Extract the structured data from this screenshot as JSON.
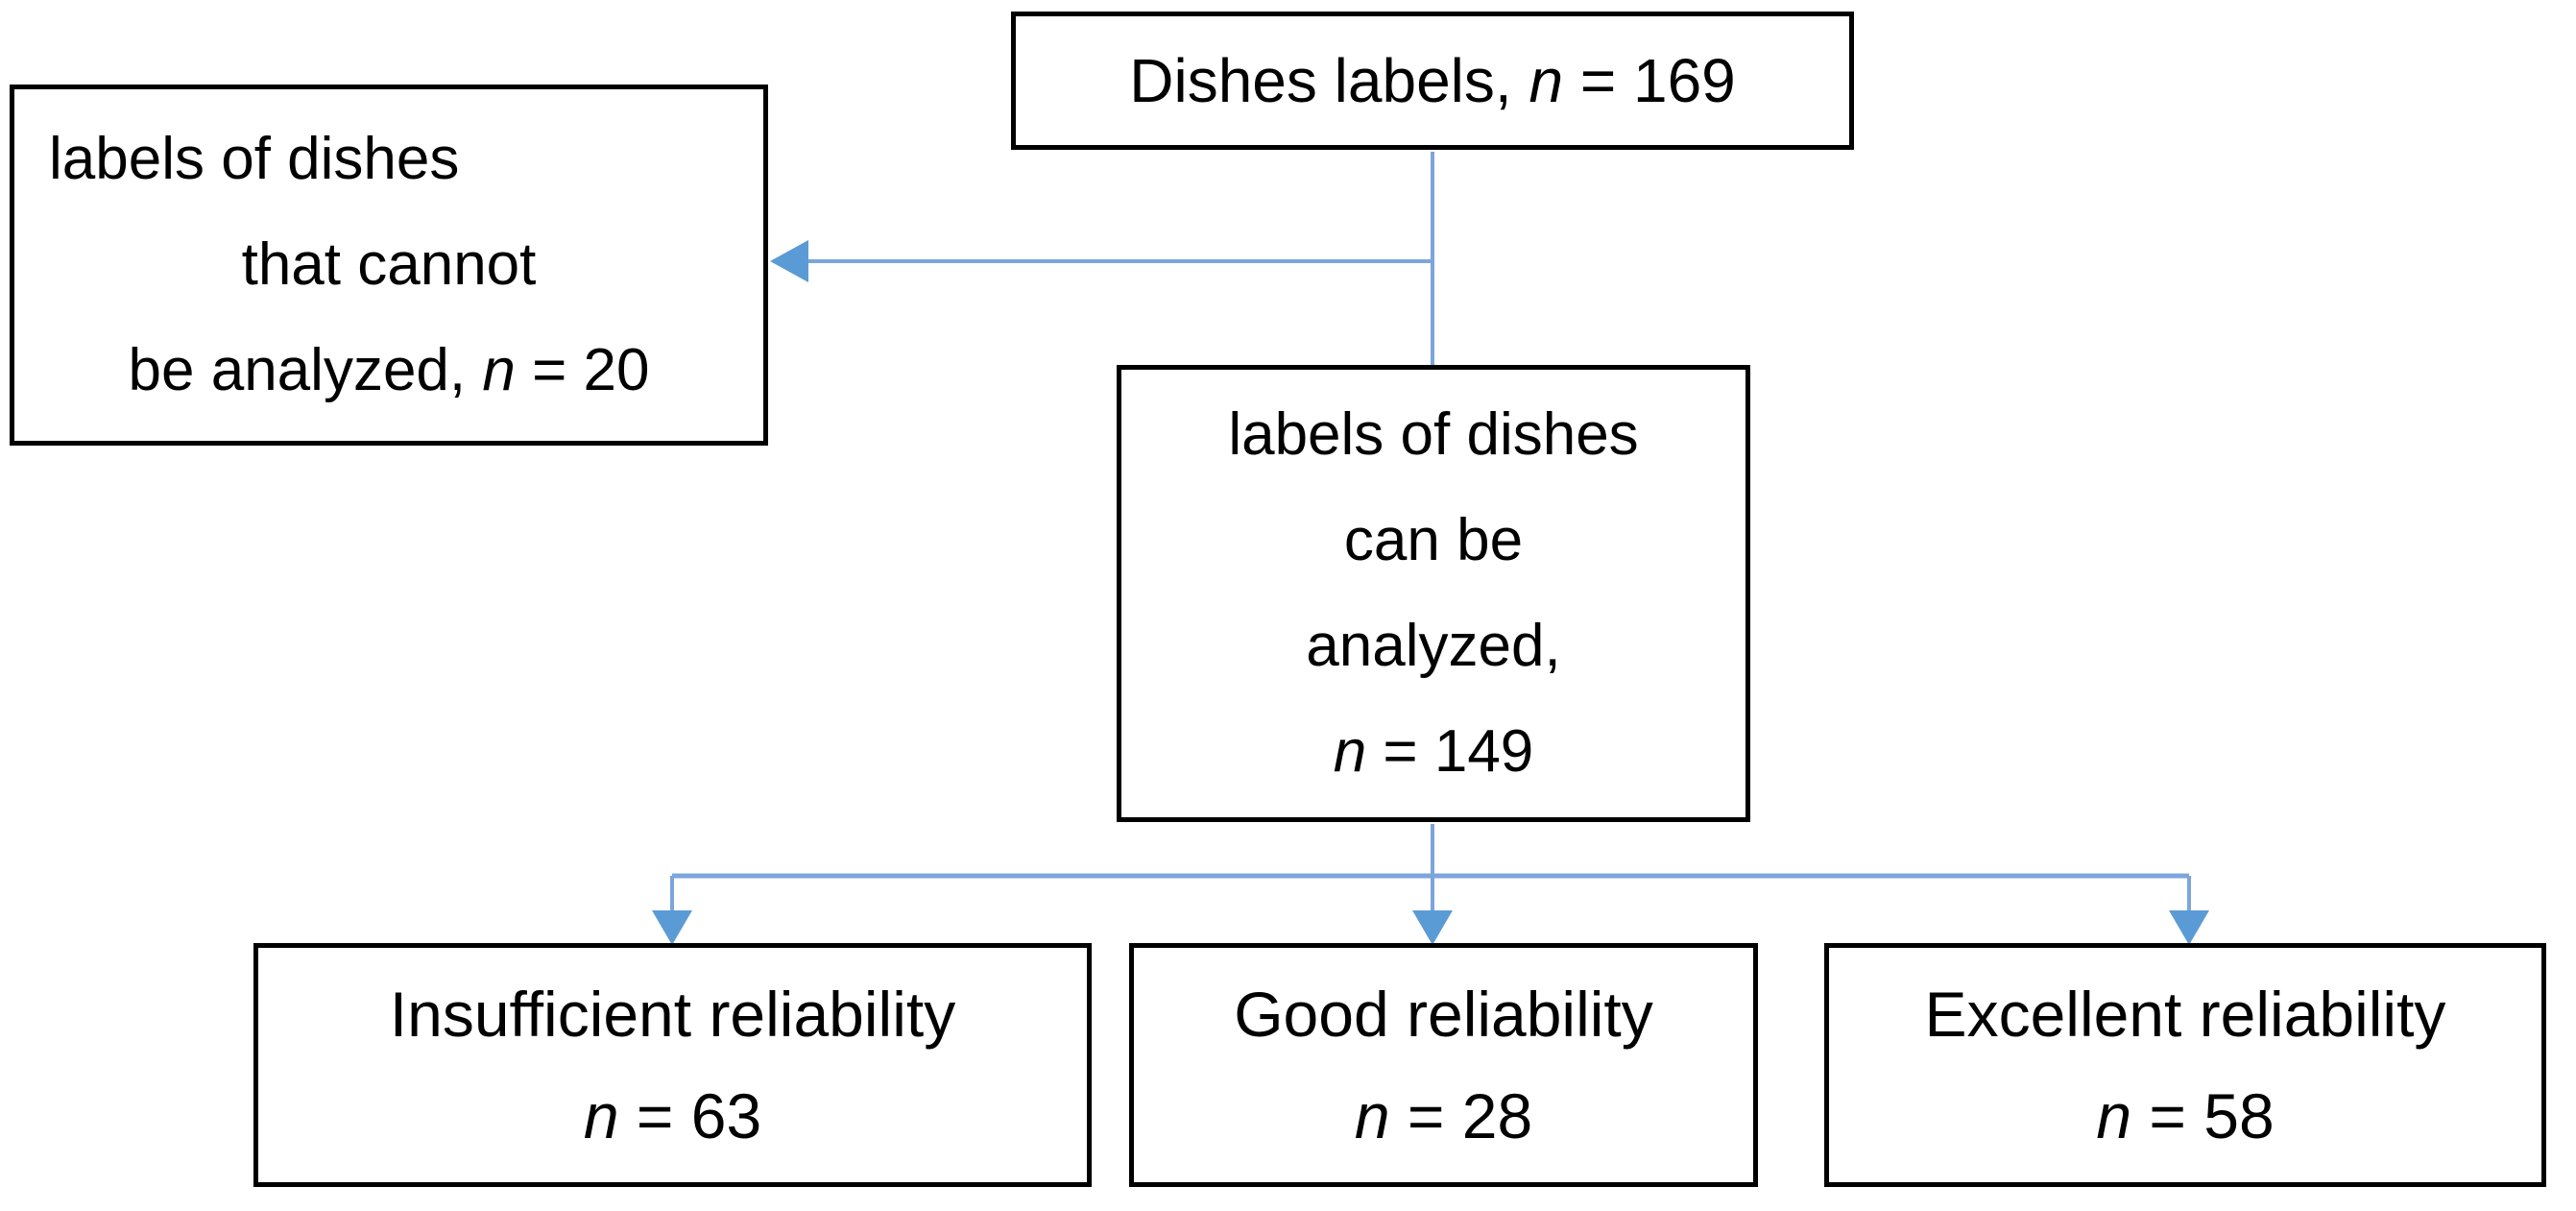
{
  "figure": {
    "type": "flowchart",
    "background": "#ffffff",
    "colors": {
      "connector_line": "#7ca5db",
      "arrowhead": "#5b9bd5",
      "box_border": "#000000",
      "text": "#000000"
    },
    "nodes": {
      "root": {
        "lines": [
          {
            "pre": "Dishes labels, ",
            "it": "n",
            "post": " = 169"
          }
        ]
      },
      "excluded": {
        "lines": [
          {
            "pre": "labels of dishes",
            "it": "",
            "post": ""
          },
          {
            "pre": "that cannot",
            "it": "",
            "post": ""
          },
          {
            "pre": "be analyzed, ",
            "it": "n",
            "post": " = 20"
          }
        ]
      },
      "analyzed": {
        "lines": [
          {
            "pre": "labels of dishes",
            "it": "",
            "post": ""
          },
          {
            "pre": "can be",
            "it": "",
            "post": ""
          },
          {
            "pre": "analyzed,",
            "it": "",
            "post": ""
          },
          {
            "pre": "",
            "it": "n",
            "post": " = 149"
          }
        ]
      },
      "insufficient": {
        "lines": [
          {
            "pre": "Insufficient reliability",
            "it": "",
            "post": ""
          },
          {
            "pre": "",
            "it": "n",
            "post": " = 63"
          }
        ]
      },
      "good": {
        "lines": [
          {
            "pre": "Good reliability",
            "it": "",
            "post": ""
          },
          {
            "pre": "",
            "it": "n",
            "post": " = 28"
          }
        ]
      },
      "excellent": {
        "lines": [
          {
            "pre": "Excellent reliability",
            "it": "",
            "post": ""
          },
          {
            "pre": "",
            "it": "n",
            "post": " = 58"
          }
        ]
      }
    },
    "counts": {
      "total": 169,
      "cannot_be_analyzed": 20,
      "can_be_analyzed": 149,
      "insufficient_reliability": 63,
      "good_reliability": 28,
      "excellent_reliability": 58
    },
    "edges": [
      {
        "from": "root",
        "to": "excluded"
      },
      {
        "from": "root",
        "to": "analyzed"
      },
      {
        "from": "analyzed",
        "to": "insufficient"
      },
      {
        "from": "analyzed",
        "to": "good"
      },
      {
        "from": "analyzed",
        "to": "excellent"
      }
    ]
  }
}
